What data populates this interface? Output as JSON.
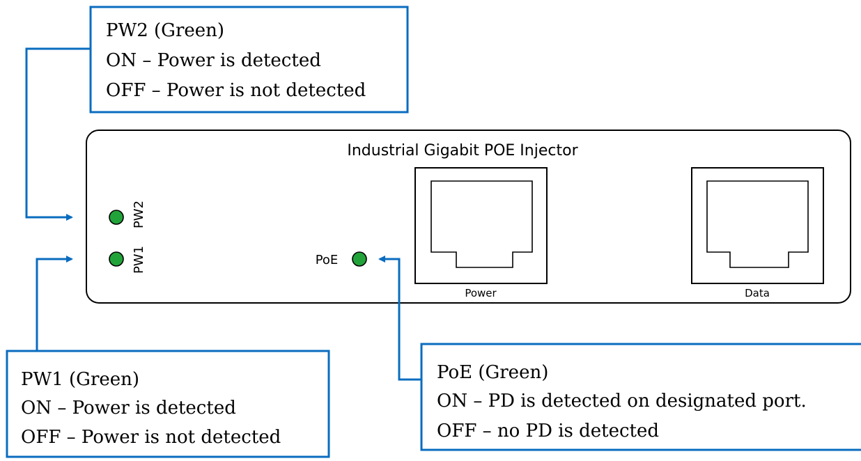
{
  "device": {
    "title": "Industrial Gigabit POE Injector",
    "leds": {
      "pw2": "PW2",
      "pw1": "PW1",
      "poe": "PoE"
    },
    "ports": {
      "power": "Power",
      "data": "Data"
    },
    "led_color": "#22a33a"
  },
  "callouts": {
    "pw2": {
      "title": "PW2 (Green)",
      "line1": "ON – Power is detected",
      "line2": "OFF – Power is not detected"
    },
    "pw1": {
      "title": "PW1 (Green)",
      "line1": "ON – Power is detected",
      "line2": "OFF – Power is not detected"
    },
    "poe": {
      "title": "PoE (Green)",
      "line1": "ON – PD is detected on designated port.",
      "line2": "OFF – no PD is detected"
    }
  },
  "colors": {
    "callout_border": "#0a6cbf",
    "arrow": "#0a6cbf",
    "device_border": "#000000"
  }
}
